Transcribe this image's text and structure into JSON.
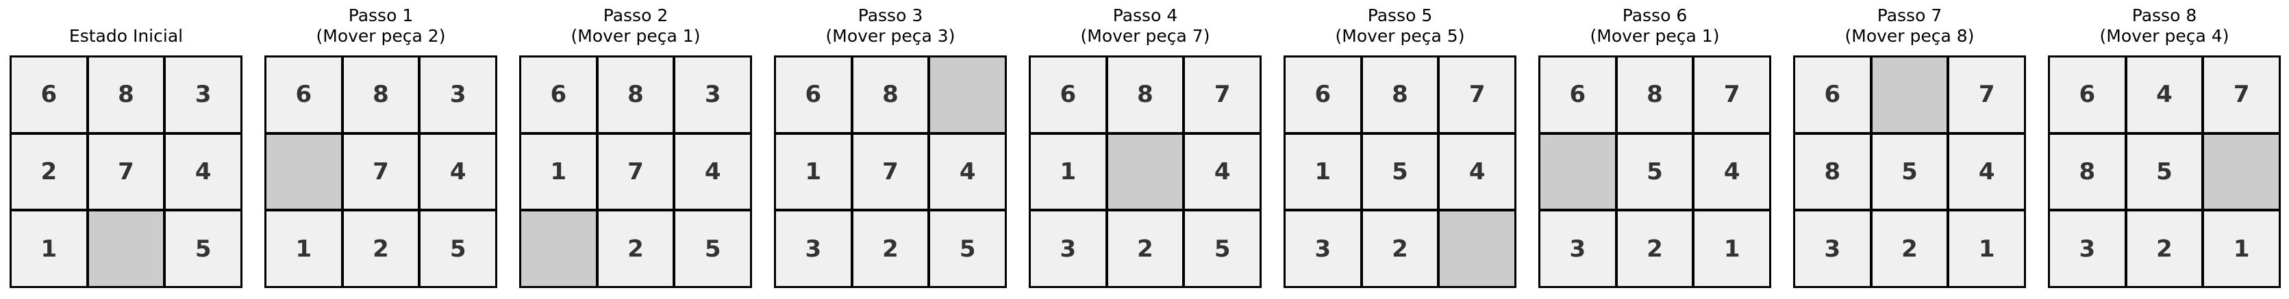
{
  "colors": {
    "tile": "#f0f0f0",
    "blank": "#cccccc",
    "grid_line": "#000000",
    "number": "#333333"
  },
  "panels": [
    {
      "title": [
        "Estado Inicial"
      ],
      "grid": [
        "6",
        "8",
        "3",
        "2",
        "7",
        "4",
        "1",
        "",
        "5"
      ]
    },
    {
      "title": [
        "Passo 1",
        "(Mover peça 2)"
      ],
      "grid": [
        "6",
        "8",
        "3",
        "",
        "7",
        "4",
        "1",
        "2",
        "5"
      ]
    },
    {
      "title": [
        "Passo 2",
        "(Mover peça 1)"
      ],
      "grid": [
        "6",
        "8",
        "3",
        "1",
        "7",
        "4",
        "",
        "2",
        "5"
      ]
    },
    {
      "title": [
        "Passo 3",
        "(Mover peça 3)"
      ],
      "grid": [
        "6",
        "8",
        "",
        "1",
        "7",
        "4",
        "3",
        "2",
        "5"
      ]
    },
    {
      "title": [
        "Passo 4",
        "(Mover peça 7)"
      ],
      "grid": [
        "6",
        "8",
        "7",
        "1",
        "",
        "4",
        "3",
        "2",
        "5"
      ]
    },
    {
      "title": [
        "Passo 5",
        "(Mover peça 5)"
      ],
      "grid": [
        "6",
        "8",
        "7",
        "1",
        "5",
        "4",
        "3",
        "2",
        ""
      ]
    },
    {
      "title": [
        "Passo 6",
        "(Mover peça 1)"
      ],
      "grid": [
        "6",
        "8",
        "7",
        "",
        "5",
        "4",
        "3",
        "2",
        "1"
      ]
    },
    {
      "title": [
        "Passo 7",
        "(Mover peça 8)"
      ],
      "grid": [
        "6",
        "",
        "7",
        "8",
        "5",
        "4",
        "3",
        "2",
        "1"
      ]
    },
    {
      "title": [
        "Passo 8",
        "(Mover peça 4)"
      ],
      "grid": [
        "6",
        "4",
        "7",
        "8",
        "5",
        "",
        "3",
        "2",
        "1"
      ]
    }
  ]
}
